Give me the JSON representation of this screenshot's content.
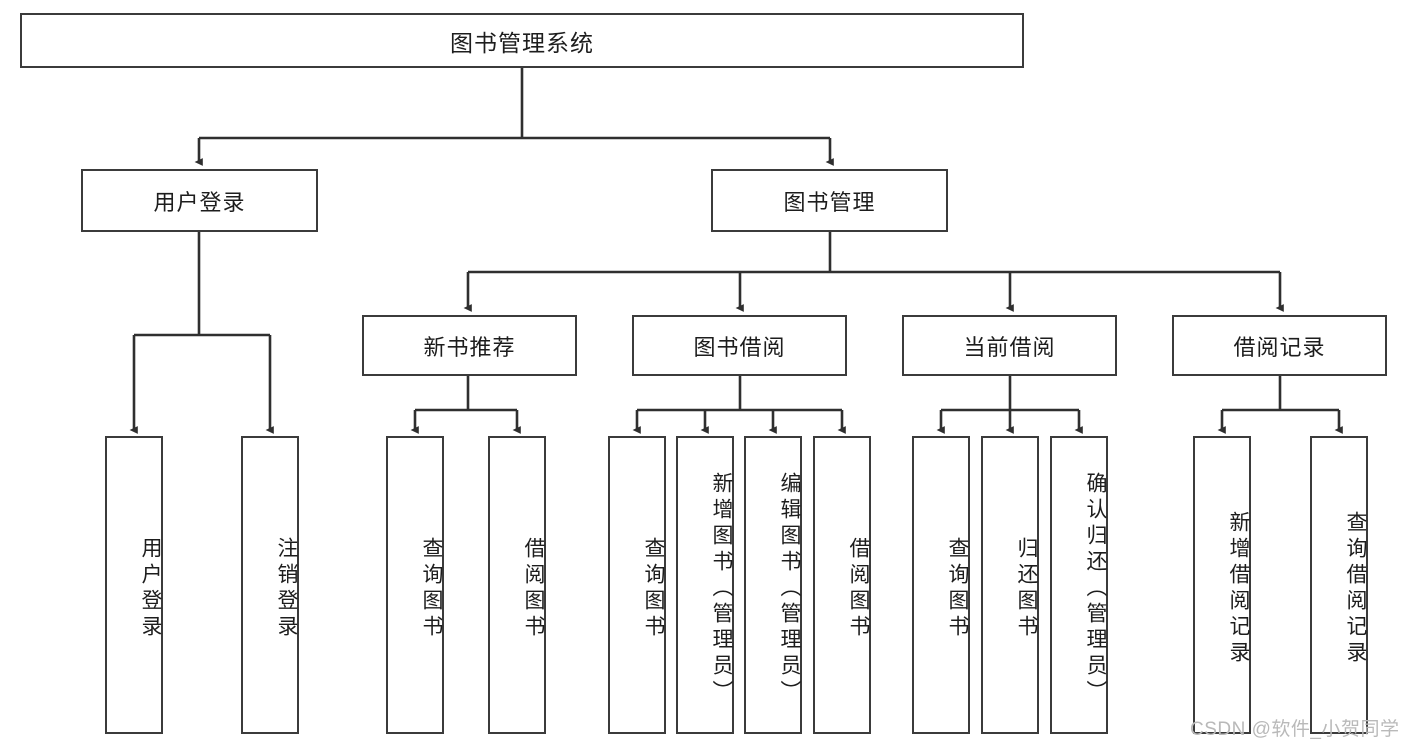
{
  "diagram": {
    "type": "tree",
    "title": "图书管理系统",
    "root": {
      "label": "图书管理系统"
    },
    "level2": [
      {
        "label": "用户登录"
      },
      {
        "label": "图书管理"
      }
    ],
    "level3": [
      {
        "label": "新书推荐"
      },
      {
        "label": "图书借阅"
      },
      {
        "label": "当前借阅"
      },
      {
        "label": "借阅记录"
      }
    ],
    "leaves": {
      "user_login": [
        {
          "label": "用户登录"
        },
        {
          "label": "注销登录"
        }
      ],
      "new_book_recommend": [
        {
          "label": "查询图书"
        },
        {
          "label": "借阅图书"
        }
      ],
      "book_borrow": [
        {
          "label": "查询图书"
        },
        {
          "label": "新增图书（管理员）"
        },
        {
          "label": "编辑图书（管理员）"
        },
        {
          "label": "借阅图书"
        }
      ],
      "current_borrow": [
        {
          "label": "查询图书"
        },
        {
          "label": "归还图书"
        },
        {
          "label": "确认归还（管理员）"
        }
      ],
      "borrow_record": [
        {
          "label": "新增借阅记录"
        },
        {
          "label": "查询借阅记录"
        }
      ]
    }
  },
  "watermark": {
    "text": "CSDN @软件_小贺同学"
  },
  "colors": {
    "stroke": "#3b3b3b",
    "text": "#1d1d1d",
    "background": "#ffffff",
    "watermark": "#b9b9b9"
  }
}
